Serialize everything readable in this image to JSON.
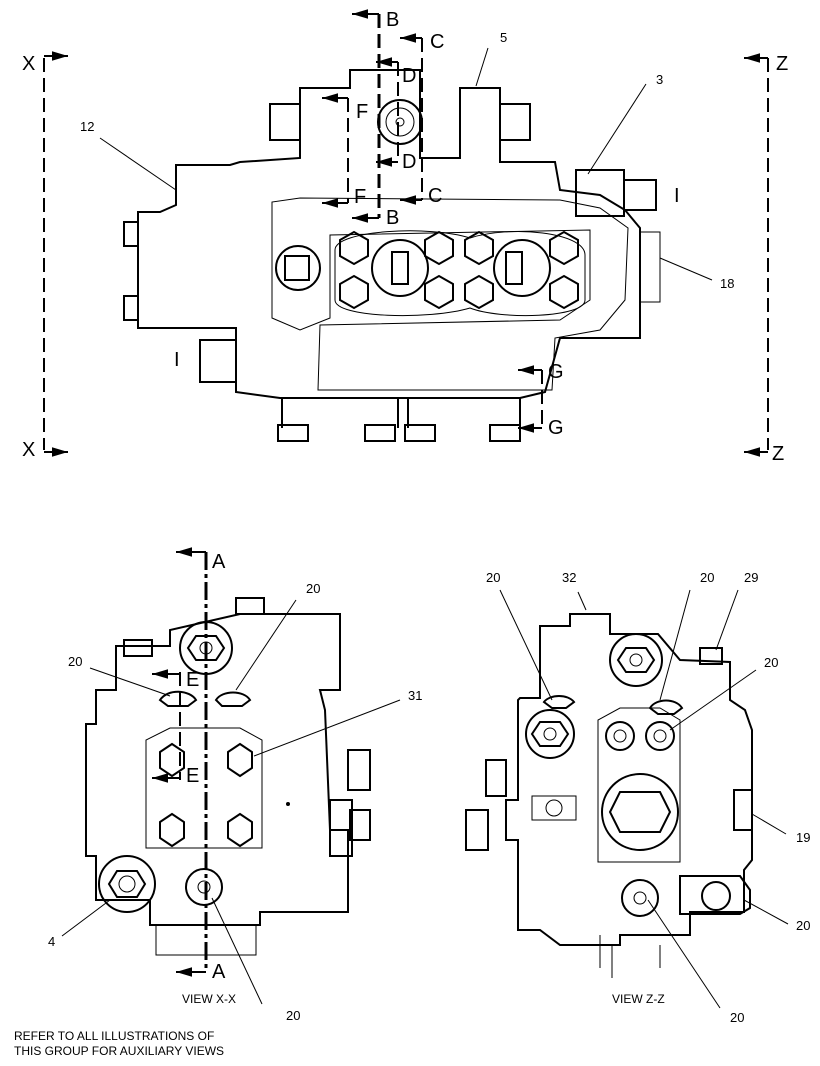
{
  "section_labels": {
    "X": "X",
    "Z": "Z",
    "B": "B",
    "C": "C",
    "D": "D",
    "F": "F",
    "G": "G",
    "I": "I",
    "A": "A",
    "E": "E"
  },
  "callouts": {
    "n3": "3",
    "n5": "5",
    "n12": "12",
    "n18": "18",
    "n20": "20",
    "n31": "31",
    "n4": "4",
    "n32": "32",
    "n29": "29",
    "n19": "19"
  },
  "view_captions": {
    "view_xx": "VIEW X-X",
    "view_zz": "VIEW Z-Z"
  },
  "notes": {
    "line1": "REFER TO ALL ILLUSTRATIONS OF",
    "line2": "THIS GROUP FOR AUXILIARY VIEWS"
  }
}
